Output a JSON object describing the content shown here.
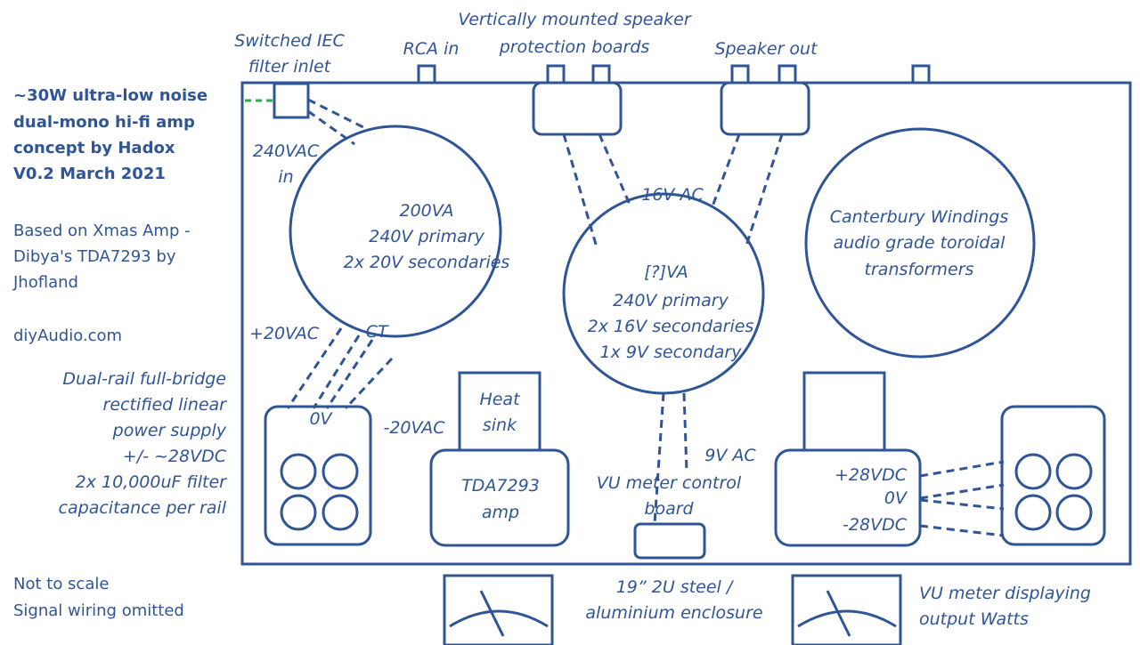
{
  "notes": {
    "title": [
      "~30W ultra-low noise",
      "dual-mono hi-fi amp",
      "concept by Hadox",
      "V0.2 March 2021"
    ],
    "based_on": [
      "Based on Xmas Amp -",
      "Dibya's TDA7293 by",
      "Jhofland"
    ],
    "site": "diyAudio.com",
    "psu": [
      "Dual-rail full-bridge",
      "rectified linear",
      "power supply",
      "+/- ~28VDC",
      "2x 10,000uF filter",
      "capacitance per rail"
    ],
    "footer": [
      "Not to scale",
      "Signal wiring omitted"
    ]
  },
  "labels": {
    "iec": [
      "Switched IEC",
      "filter inlet"
    ],
    "rca": "RCA in",
    "protection": [
      "Vertically mounted speaker",
      "protection boards"
    ],
    "speaker_out": "Speaker out",
    "vac_in": [
      "240VAC",
      "in"
    ],
    "t1": [
      "200VA",
      "240V primary",
      "2x 20V secondaries"
    ],
    "t2": [
      "[?]VA",
      "240V primary",
      "2x 16V secondaries",
      "1x 9V secondary"
    ],
    "toroid_note": [
      "Canterbury Windings",
      "audio grade toroidal",
      "transformers"
    ],
    "ac16": "16V AC",
    "plus20": "+20VAC",
    "ct": "CT",
    "zero_v_left": "0V",
    "minus20": "-20VAC",
    "heat_sink": [
      "Heat",
      "sink"
    ],
    "amp": [
      "TDA7293",
      "amp"
    ],
    "ac9": "9V AC",
    "vu_control": [
      "VU meter control",
      "board"
    ],
    "rails": [
      "+28VDC",
      "0V",
      "-28VDC"
    ],
    "enclosure": [
      "19” 2U steel /",
      "aluminium enclosure"
    ],
    "vu_display": [
      "VU meter displaying",
      "output Watts"
    ]
  }
}
